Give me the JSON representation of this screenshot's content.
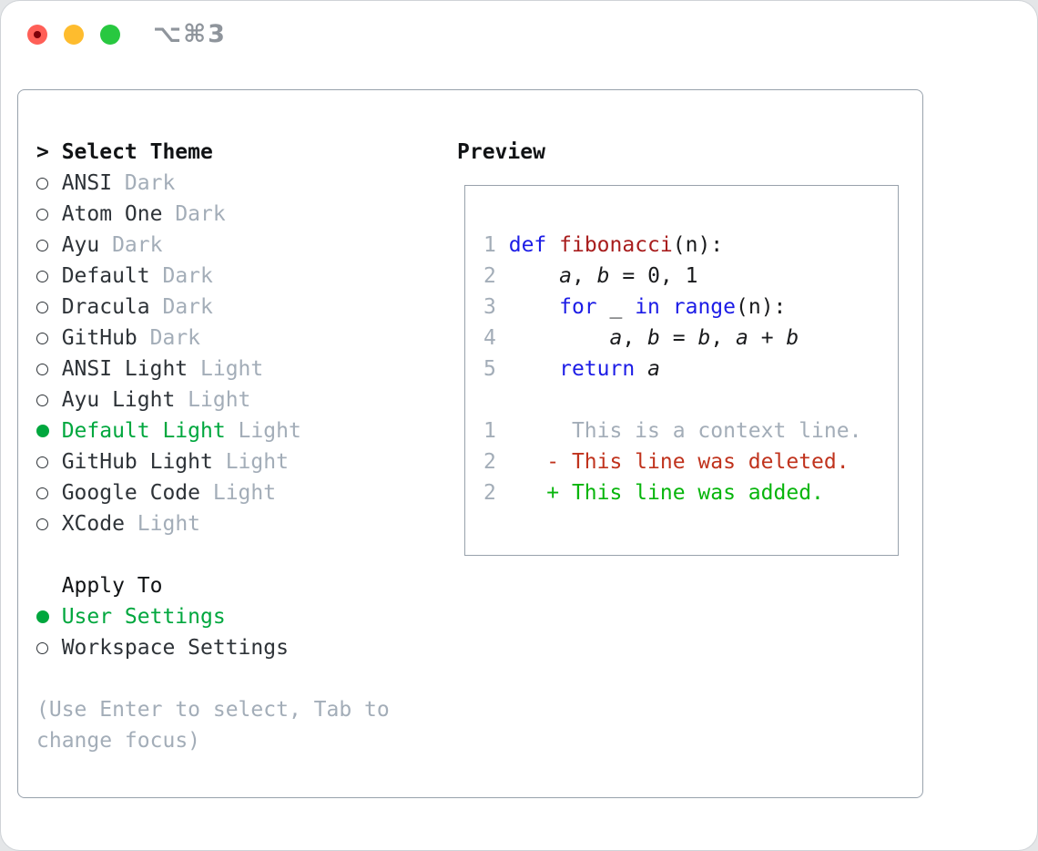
{
  "window": {
    "title": "⌥⌘3"
  },
  "palette": {
    "green": "#00a73e",
    "added": "#07b50c",
    "deleted": "#c0331d",
    "keyword": "#1c1ce6",
    "function": "#a81d1d",
    "muted": "#a3adb8",
    "text": "#2e3338",
    "heading": "#111315",
    "code": "#1a1b1d",
    "border": "#98a2ac",
    "traffic_red": "#ff5f57",
    "traffic_yellow": "#febc2e",
    "traffic_green": "#28c840",
    "title_gray": "#8f959c"
  },
  "theme_picker": {
    "header_prefix": ">",
    "header": "Select Theme",
    "items": [
      {
        "name": "ANSI",
        "tag": "Dark",
        "selected": false
      },
      {
        "name": "Atom One",
        "tag": "Dark",
        "selected": false
      },
      {
        "name": "Ayu",
        "tag": "Dark",
        "selected": false
      },
      {
        "name": "Default",
        "tag": "Dark",
        "selected": false
      },
      {
        "name": "Dracula",
        "tag": "Dark",
        "selected": false
      },
      {
        "name": "GitHub",
        "tag": "Dark",
        "selected": false
      },
      {
        "name": "ANSI Light",
        "tag": "Light",
        "selected": false
      },
      {
        "name": "Ayu Light",
        "tag": "Light",
        "selected": false
      },
      {
        "name": "Default Light",
        "tag": "Light",
        "selected": true
      },
      {
        "name": "GitHub Light",
        "tag": "Light",
        "selected": false
      },
      {
        "name": "Google Code",
        "tag": "Light",
        "selected": false
      },
      {
        "name": "XCode",
        "tag": "Light",
        "selected": false
      }
    ],
    "apply_to": {
      "header": "Apply To",
      "options": [
        {
          "label": "User Settings",
          "selected": true
        },
        {
          "label": "Workspace Settings",
          "selected": false
        }
      ]
    },
    "hint_lines": [
      "(Use Enter to select, Tab to",
      "change focus)"
    ]
  },
  "preview": {
    "header": "Preview",
    "lines": [
      {
        "num": "1",
        "tokens": [
          {
            "t": " ",
            "c": "pl"
          },
          {
            "t": "def",
            "c": "kw"
          },
          {
            "t": " ",
            "c": "pl"
          },
          {
            "t": "fibonacci",
            "c": "fn"
          },
          {
            "t": "(n):",
            "c": "pl"
          }
        ]
      },
      {
        "num": "2",
        "tokens": [
          {
            "t": "     ",
            "c": "pl"
          },
          {
            "t": "a",
            "c": "var"
          },
          {
            "t": ", ",
            "c": "pl"
          },
          {
            "t": "b",
            "c": "var"
          },
          {
            "t": " = 0, 1",
            "c": "pl"
          }
        ]
      },
      {
        "num": "3",
        "tokens": [
          {
            "t": "     ",
            "c": "pl"
          },
          {
            "t": "for",
            "c": "kw"
          },
          {
            "t": " _ ",
            "c": "pl"
          },
          {
            "t": "in",
            "c": "kw"
          },
          {
            "t": " ",
            "c": "pl"
          },
          {
            "t": "range",
            "c": "kw"
          },
          {
            "t": "(n):",
            "c": "pl"
          }
        ]
      },
      {
        "num": "4",
        "tokens": [
          {
            "t": "         ",
            "c": "pl"
          },
          {
            "t": "a",
            "c": "var"
          },
          {
            "t": ", ",
            "c": "pl"
          },
          {
            "t": "b",
            "c": "var"
          },
          {
            "t": " = ",
            "c": "pl"
          },
          {
            "t": "b",
            "c": "var"
          },
          {
            "t": ", ",
            "c": "pl"
          },
          {
            "t": "a",
            "c": "var"
          },
          {
            "t": " + ",
            "c": "pl"
          },
          {
            "t": "b",
            "c": "var"
          }
        ]
      },
      {
        "num": "5",
        "tokens": [
          {
            "t": "     ",
            "c": "pl"
          },
          {
            "t": "return",
            "c": "kw"
          },
          {
            "t": " ",
            "c": "pl"
          },
          {
            "t": "a",
            "c": "var"
          }
        ]
      },
      {
        "blank": true
      },
      {
        "num": "1",
        "tokens": [
          {
            "t": "      This is a context line.",
            "c": "ctx"
          }
        ]
      },
      {
        "num": "2",
        "tokens": [
          {
            "t": "    ",
            "c": "pl"
          },
          {
            "t": "- This line was deleted.",
            "c": "del"
          }
        ]
      },
      {
        "num": "2",
        "tokens": [
          {
            "t": "    ",
            "c": "pl"
          },
          {
            "t": "+ This line was added.",
            "c": "add"
          }
        ]
      }
    ]
  }
}
